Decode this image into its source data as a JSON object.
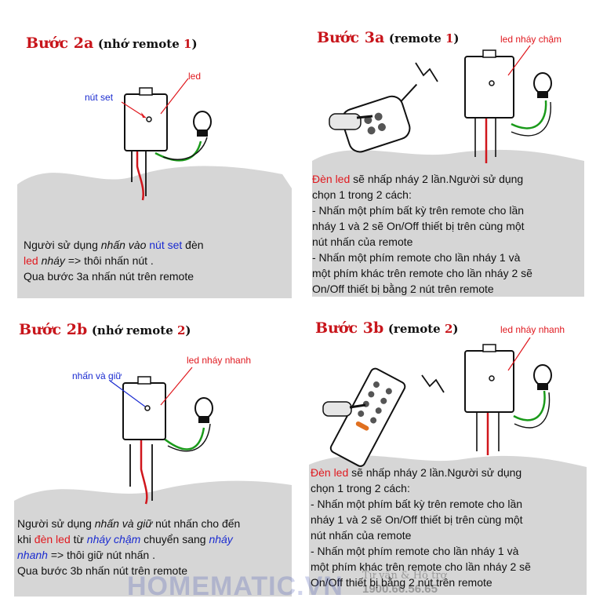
{
  "panels": {
    "p2a": {
      "title_main": "Bước 2a",
      "title_pre": "(nhớ remote ",
      "title_num": "1",
      "title_post": ")",
      "label_set": "nút set",
      "label_led": "led",
      "text": {
        "l1a": "Người sử dụng ",
        "l1b": "nhấn vào",
        "l1c": " ",
        "l1d": "nút set",
        "l1e": " đèn",
        "l2a": "led",
        "l2b": " ",
        "l2c": "nháy",
        "l2d": "  => thôi nhấn nút .",
        "l3": "Qua bước 3a nhấn nút trên remote"
      }
    },
    "p3a": {
      "title_main": "Bước 3a",
      "title_pre": "(remote ",
      "title_num": "1",
      "title_post": ")",
      "label_led": "led nháy chậm",
      "text": {
        "l1a": "Đèn led",
        "l1b": " sẽ nhấp nháy 2 lần.Người sử dụng",
        "l2": "chọn 1 trong 2 cách:",
        "l3": "- Nhấn một phím bất kỳ trên remote cho lần",
        "l4": "nháy 1 và 2 sẽ On/Off thiết bị trên cùng một",
        "l5": "nút nhấn của remote",
        "l6": "- Nhấn một phím remote cho lần nháy 1 và",
        "l7": "một phím khác trên remote cho lần nháy 2 sẽ",
        "l8": "On/Off thiết bị bằng 2 nút trên remote"
      }
    },
    "p2b": {
      "title_main": "Bước 2b",
      "title_pre": "(nhớ remote ",
      "title_num": "2",
      "title_post": ")",
      "label_hold": "nhấn và giữ",
      "label_led": "led nháy nhanh",
      "text": {
        "l1a": "Người sử dụng ",
        "l1b": "nhấn và giữ",
        "l1c": " nút nhấn cho đến",
        "l2a": "khi ",
        "l2b": "đèn led",
        "l2c": " từ ",
        "l2d": "nháy chậm",
        "l2e": " chuyển sang ",
        "l2f": "nháy",
        "l3a": "nhanh",
        "l3b": " => thôi giữ nút nhấn .",
        "l4": "Qua bước 3b nhấn nút trên remote"
      }
    },
    "p3b": {
      "title_main": "Bước 3b",
      "title_pre": "(remote ",
      "title_num": "2",
      "title_post": ")",
      "label_led": "led nháy nhanh",
      "text": {
        "l1a": "Đèn led",
        "l1b": " sẽ nhấp nháy 2 lần.Người sử dụng",
        "l2": "chọn 1 trong 2 cách:",
        "l3": "- Nhấn một phím bất kỳ trên remote cho lần",
        "l4": "nháy 1 và 2 sẽ On/Off thiết bị trên cùng một",
        "l5": "nút nhấn của remote",
        "l6": "- Nhấn một phím remote cho lần nháy 1 và",
        "l7": "một phím khác trên remote cho lần nháy 2 sẽ",
        "l8": "On/Off thiết bị bằng 2 nút trên remote"
      }
    }
  },
  "watermark": {
    "brand": "HOMEMATIC.VN",
    "line1": "Tư vấn & Hỗ trợ",
    "line2": "1900.66.56.65"
  },
  "colors": {
    "title_red": "#c8151b",
    "led_red": "#e0191f",
    "label_blue": "#1a2bd0",
    "wire_green": "#1a9a1a",
    "wire_red": "#d0161c",
    "ground_gray": "#d6d6d6"
  }
}
